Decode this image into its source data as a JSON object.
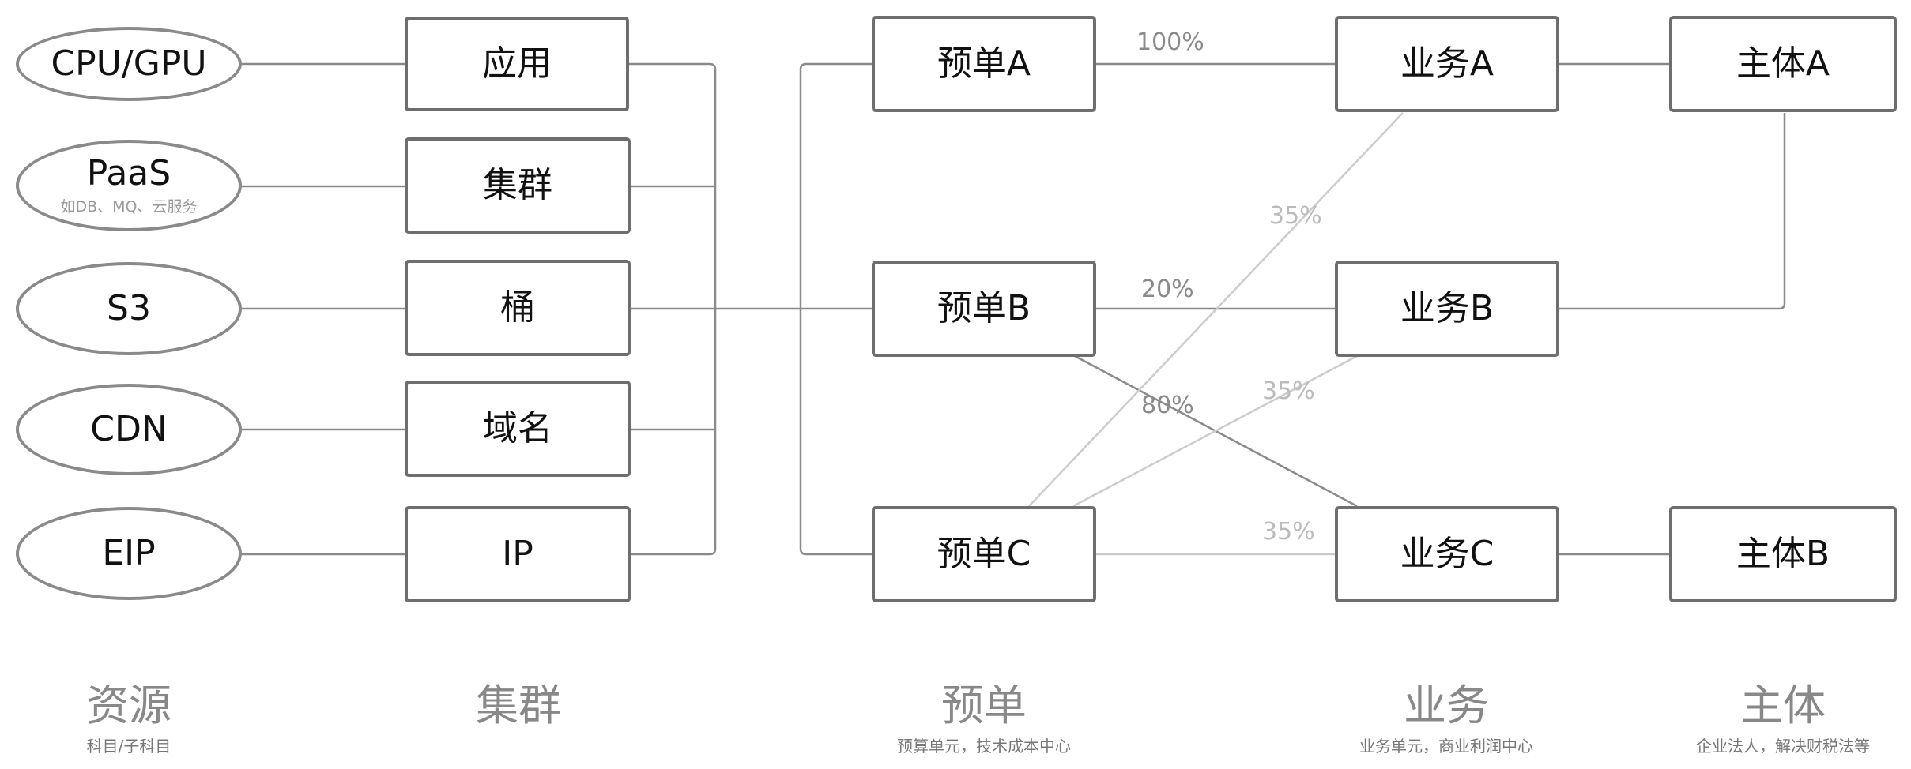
{
  "resources": [
    {
      "label": "CPU/GPU",
      "sub": ""
    },
    {
      "label": "PaaS",
      "sub": "如DB、MQ、云服务"
    },
    {
      "label": "S3",
      "sub": ""
    },
    {
      "label": "CDN",
      "sub": ""
    },
    {
      "label": "EIP",
      "sub": ""
    }
  ],
  "clusters": [
    "应用",
    "集群",
    "桶",
    "域名",
    "IP"
  ],
  "budgets": [
    "预单A",
    "预单B",
    "预单C"
  ],
  "businesses": [
    "业务A",
    "业务B",
    "业务C"
  ],
  "entities": [
    "主体A",
    "主体B"
  ],
  "allocations": [
    {
      "from": "预单A",
      "to": "业务A",
      "label": "100%"
    },
    {
      "from": "预单B",
      "to": "业务B",
      "label": "20%"
    },
    {
      "from": "预单B",
      "to": "业务C",
      "label": "80%"
    },
    {
      "from": "预单C",
      "to": "业务A",
      "label": "35%"
    },
    {
      "from": "预单C",
      "to": "业务B",
      "label": "35%"
    },
    {
      "from": "预单C",
      "to": "业务C",
      "label": "35%"
    }
  ],
  "columns": [
    {
      "title": "资源",
      "subtitle": "科目/子科目"
    },
    {
      "title": "集群",
      "subtitle": ""
    },
    {
      "title": "预单",
      "subtitle": "预算单元，技术成本中心"
    },
    {
      "title": "业务",
      "subtitle": "业务单元，商业利润中心"
    },
    {
      "title": "主体",
      "subtitle": "企业法人，解决财税法等"
    }
  ],
  "colors": {
    "line_dark": "#8a8a8a",
    "line_light": "#cccccc",
    "box_border": "#6e6e6e"
  }
}
